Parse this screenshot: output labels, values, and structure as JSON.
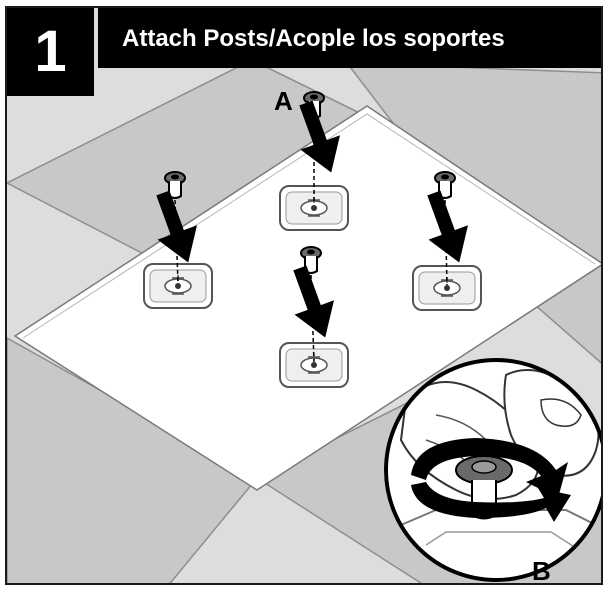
{
  "step": {
    "number": "1",
    "title": "Attach Posts/Acople los soportes"
  },
  "callouts": {
    "a": "A",
    "b": "B"
  },
  "colors": {
    "header": "#000000",
    "arrow": "#000000",
    "tile": "#c8c8c8",
    "panel": "#ffffff",
    "background": "#dddddd"
  },
  "icons": [
    "post-icon",
    "post-socket-icon",
    "down-arrow-icon",
    "rotate-arrow-icon"
  ]
}
